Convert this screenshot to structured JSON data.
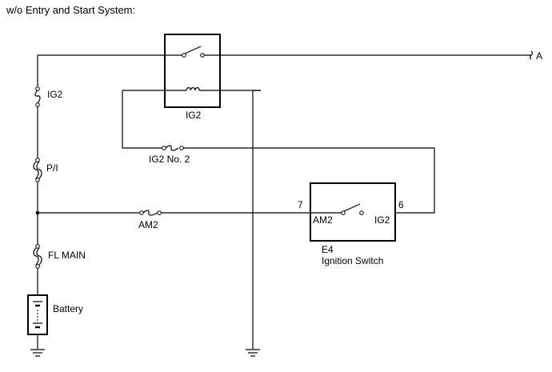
{
  "heading": "w/o Entry and Start System:",
  "connector": "A",
  "fuses": {
    "ig2": "IG2",
    "pi": "P/I",
    "fl_main": "FL MAIN",
    "ig2_no2": "IG2 No. 2",
    "am2": "AM2"
  },
  "relay": {
    "label": "IG2"
  },
  "ignition_switch": {
    "code": "E4",
    "name": "Ignition Switch",
    "pin_left": "7",
    "pin_right": "6",
    "terminal_left": "AM2",
    "terminal_right": "IG2"
  },
  "battery": {
    "label": "Battery"
  }
}
